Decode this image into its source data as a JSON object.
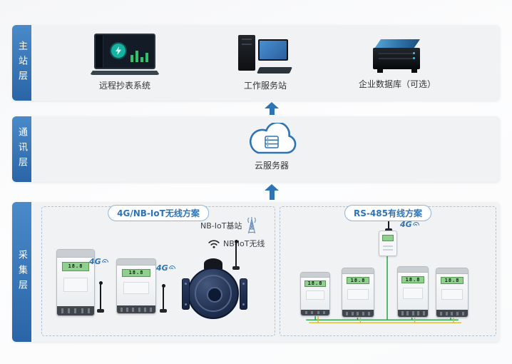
{
  "colors": {
    "accent": "#2e74b5",
    "layer_bg": "#f1f2f4",
    "lcd_green": "#8fd08f",
    "wire_green": "#2fa84f",
    "wire_yellow": "#d9b82a"
  },
  "main_layer": {
    "tab": "主站层",
    "items": [
      {
        "label": "远程抄表系统",
        "icon": "dashboard-laptop-icon"
      },
      {
        "label": "工作服务站",
        "icon": "workstation-computer-icon"
      },
      {
        "label": "企业数据库（可选）",
        "icon": "database-server-icon"
      }
    ]
  },
  "comm_layer": {
    "tab": "通讯层",
    "cloud_label": "云服务器"
  },
  "collect_layer": {
    "tab": "采集层",
    "wireless": {
      "title": "4G/NB-IoT无线方案",
      "base_station_label": "NB-IoT基站",
      "wireless_label": "NB-IoT无线",
      "badge_meter1": "4G",
      "badge_meter2": "4G",
      "lcd": "18.8"
    },
    "wired": {
      "title": "RS-485有线方案",
      "badge_gateway": "4G",
      "lcd": "18.8"
    }
  }
}
